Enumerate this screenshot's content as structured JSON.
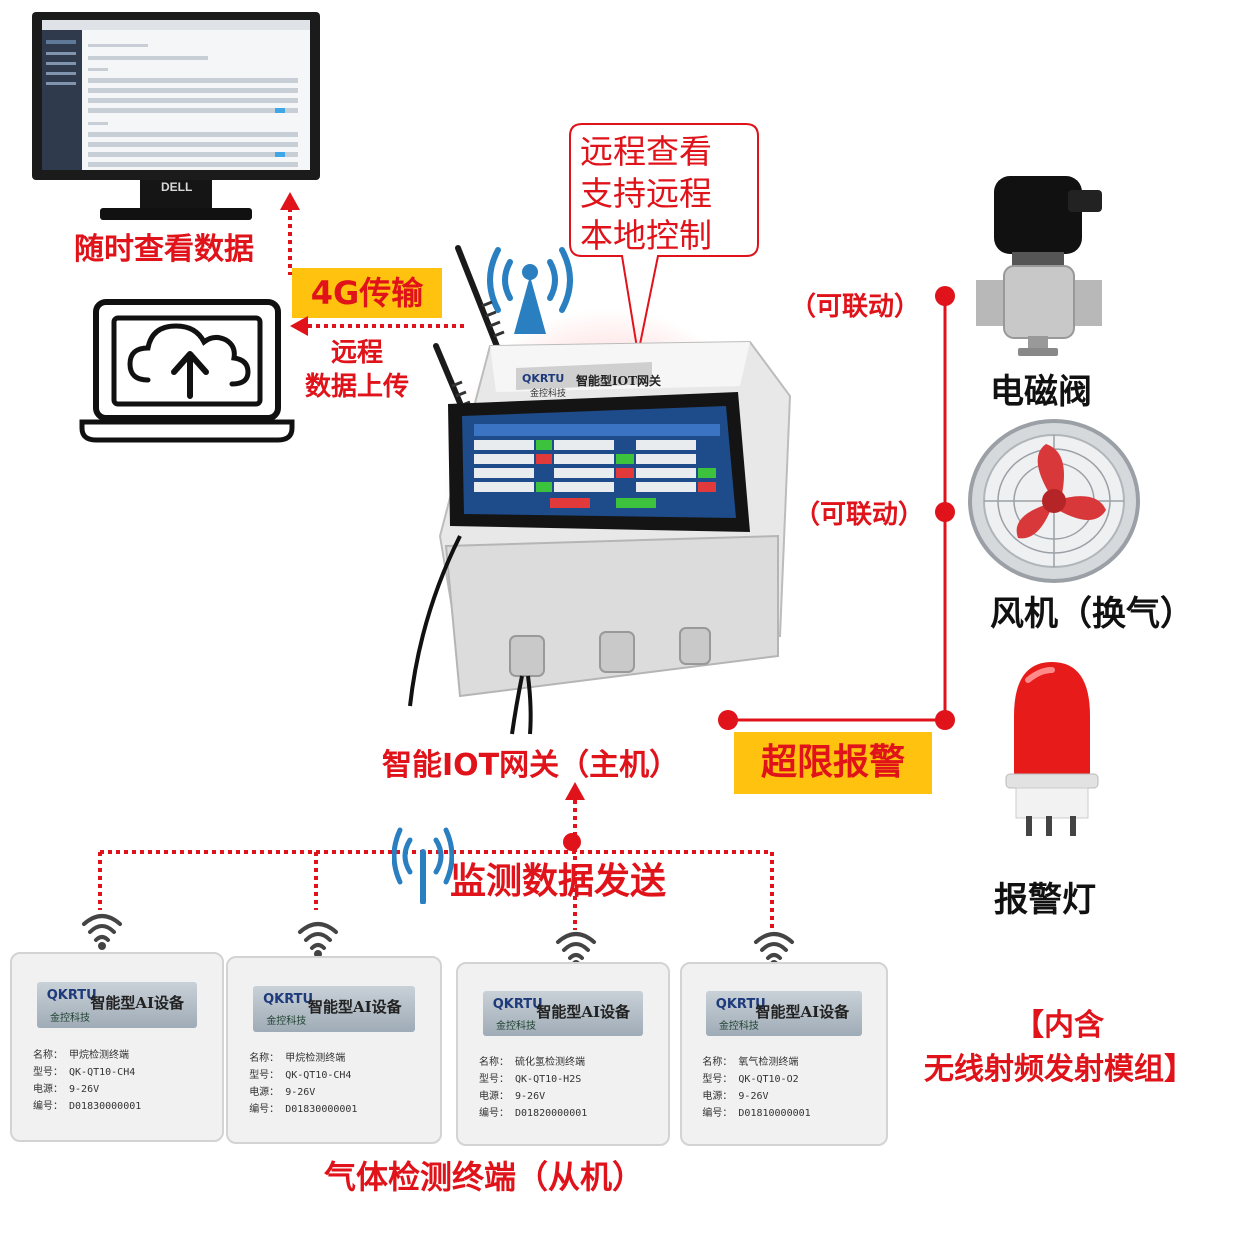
{
  "monitor": {
    "brand": "DELL",
    "caption": "随时查看数据"
  },
  "labels": {
    "transfer_4g": "4G传输",
    "remote_upload": "远程\n数据上传",
    "gateway": "智能IOT网关（主机）",
    "over_limit_alarm": "超限报警",
    "monitor_send": "监测数据发送",
    "terminals": "气体检测终端（从机）",
    "built_in": "【内含\n无线射频发射模组】",
    "linkable_1": "（可联动）",
    "linkable_2": "（可联动）"
  },
  "bubble": {
    "lines": [
      "远程查看",
      "支持远程",
      "本地控制"
    ]
  },
  "gateway_device": {
    "brand": "QKRTU",
    "brand_cn": "金控科技",
    "title": "智能型IOT网关"
  },
  "actuators": [
    {
      "label": "电磁阀",
      "icon": "solenoid-valve-icon"
    },
    {
      "label": "风机（换气）",
      "icon": "fan-icon"
    },
    {
      "label": "报警灯",
      "icon": "alarm-lamp-icon"
    }
  ],
  "sensors": [
    {
      "brand": "QKRTU",
      "brand_cn": "金控科技",
      "title": "智能型AI设备",
      "name": "名称：  甲烷检测终端",
      "model": "型号：  QK-QT10-CH4",
      "power": "电源：  9-26V",
      "serial": "编号：  D01830000001"
    },
    {
      "brand": "QKRTU",
      "brand_cn": "金控科技",
      "title": "智能型AI设备",
      "name": "名称：  甲烷检测终端",
      "model": "型号：  QK-QT10-CH4",
      "power": "电源：  9-26V",
      "serial": "编号：  D01830000001"
    },
    {
      "brand": "QKRTU",
      "brand_cn": "金控科技",
      "title": "智能型AI设备",
      "name": "名称：  硫化氢检测终端",
      "model": "型号：  QK-QT10-H2S",
      "power": "电源：  9-26V",
      "serial": "编号：  D01820000001"
    },
    {
      "brand": "QKRTU",
      "brand_cn": "金控科技",
      "title": "智能型AI设备",
      "name": "名称：  氧气检测终端",
      "model": "型号：  QK-QT10-O2",
      "power": "电源：  9-26V",
      "serial": "编号：  D01810000001"
    }
  ],
  "colors": {
    "accent_red": "#e0121a",
    "highlight_yellow": "#ffc20e",
    "wifi_blue": "#2a7fc1"
  }
}
